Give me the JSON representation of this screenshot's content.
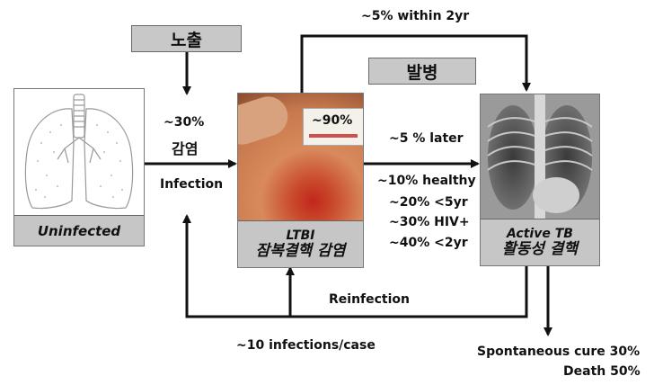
{
  "boxes": {
    "exposure": "노출",
    "onset": "발병"
  },
  "stages": {
    "uninfected": {
      "caption": "Uninfected"
    },
    "ltbi": {
      "caption": "LTBI",
      "caption_ko": "잠복결핵 감염",
      "overlay": "~90%"
    },
    "active": {
      "caption": "Active TB",
      "caption_ko": "활동성 결핵"
    }
  },
  "labels": {
    "infection_pct": "~30%",
    "infection_ko": "감염",
    "infection_en": "Infection",
    "within_2yr": "~5% within 2yr",
    "later": "~5 % later",
    "healthy": "~10% healthy",
    "under5": "~20% <5yr",
    "hiv": "~30% HIV+",
    "under2": "~40% <2yr",
    "reinfection": "Reinfection",
    "infections_per_case": "~10 infections/case",
    "spontaneous_cure": "Spontaneous cure 30%",
    "death": "Death 50%"
  }
}
